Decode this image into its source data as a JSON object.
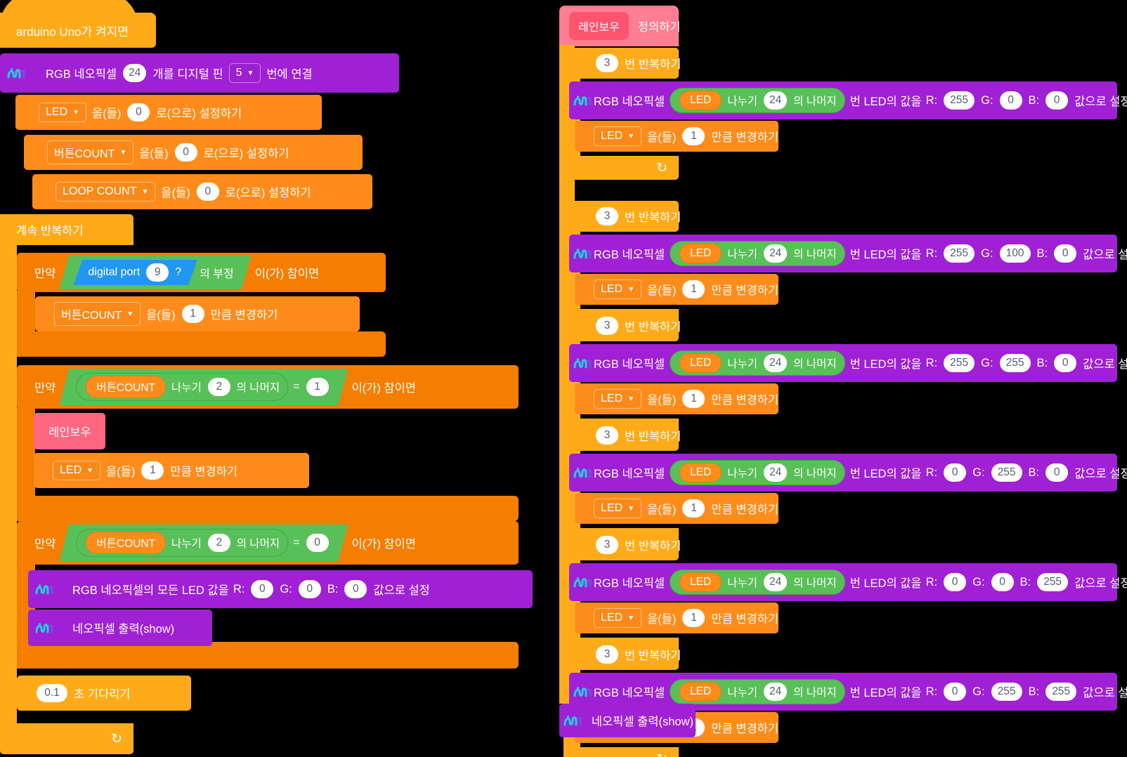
{
  "palette": {
    "orange": "#FF8C1A",
    "orange_dark": "#F57D00",
    "amber": "#FFAB19",
    "purple": "#A020D5",
    "green": "#59C059",
    "blue": "#2196F3",
    "pink": "#FF6680",
    "white": "#FFFFFF",
    "text_dark": "#575E75",
    "background": "#000000"
  },
  "icons": {
    "board_logo": "board-logo-icon",
    "dropdown_caret": "▼",
    "loop_arrow": "↻"
  },
  "left_script": {
    "hat": {
      "label": "arduino Uno가 켜지면"
    },
    "neopixel_connect": {
      "prefix": "RGB 네오픽셀",
      "count": "24",
      "middle": "개를 디지털 핀",
      "pin": "5",
      "suffix": "번에 연결"
    },
    "set_vars": [
      {
        "variable": "LED",
        "mid": "을(들)",
        "value": "0",
        "suffix": "로(으로) 설정하기"
      },
      {
        "variable": "버튼COUNT",
        "mid": "을(들)",
        "value": "0",
        "suffix": "로(으로) 설정하기"
      },
      {
        "variable": "LOOP COUNT",
        "mid": "을(들)",
        "value": "0",
        "suffix": "로(으로) 설정하기"
      }
    ],
    "forever": {
      "label": "계속 반복하기"
    },
    "if1": {
      "if_word": "만약",
      "inner_sensor": "digital port",
      "inner_value": "9",
      "inner_q": "?",
      "not_word": "의 부정",
      "then_word": "이(가) 참이면",
      "body": {
        "variable": "버튼COUNT",
        "mid": "을(들)",
        "value": "1",
        "suffix": "만큼 변경하기"
      }
    },
    "if2": {
      "if_word": "만약",
      "var": "버튼COUNT",
      "div_word": "나누기",
      "divisor": "2",
      "mod_word": "의 나머지",
      "eq": "=",
      "compare": "1",
      "then_word": "이(가) 참이면",
      "call": "레인보우",
      "change": {
        "variable": "LED",
        "mid": "을(들)",
        "value": "1",
        "suffix": "만큼 변경하기"
      }
    },
    "if3": {
      "if_word": "만약",
      "var": "버튼COUNT",
      "div_word": "나누기",
      "divisor": "2",
      "mod_word": "의 나머지",
      "eq": "=",
      "compare": "0",
      "then_word": "이(가) 참이면",
      "set_all": {
        "prefix": "RGB 네오픽셀의 모든 LED 값을",
        "r_label": "R:",
        "r": "0",
        "g_label": "G:",
        "g": "0",
        "b_label": "B:",
        "b": "0",
        "suffix": "값으로 설정"
      },
      "show": "네오픽셀 출력(show)"
    },
    "wait": {
      "value": "0.1",
      "suffix": "초 기다리기"
    }
  },
  "right_script": {
    "definition": {
      "name": "레인보우",
      "define_word": "정의하기"
    },
    "repeat_label_prefix": "",
    "repeat_label_suffix": "번 반복하기",
    "repeat_count": "3",
    "pixel_block": {
      "prefix": "RGB 네오픽셀",
      "var": "LED",
      "div_word": "나누기",
      "divisor": "24",
      "mod_word": "의 나머지",
      "mid": "번 LED의 값을",
      "r_label": "R:",
      "g_label": "G:",
      "b_label": "B:",
      "suffix": "값으로 설정"
    },
    "change_led": {
      "variable": "LED",
      "mid": "을(들)",
      "value": "1",
      "suffix": "만큼 변경하기"
    },
    "color_steps": [
      {
        "r": "255",
        "g": "0",
        "b": "0"
      },
      {
        "r": "255",
        "g": "100",
        "b": "0"
      },
      {
        "r": "255",
        "g": "255",
        "b": "0"
      },
      {
        "r": "0",
        "g": "255",
        "b": "0"
      },
      {
        "r": "0",
        "g": "0",
        "b": "255"
      },
      {
        "r": "0",
        "g": "255",
        "b": "255"
      }
    ],
    "show": "네오픽셀 출력(show)"
  }
}
